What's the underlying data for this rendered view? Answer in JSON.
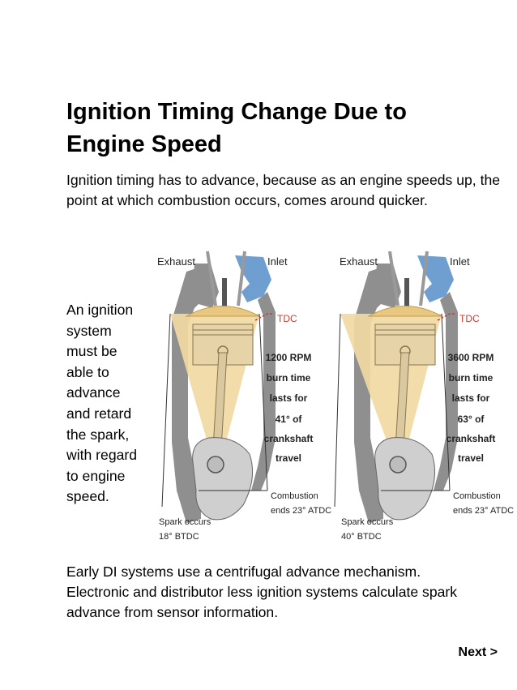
{
  "page": {
    "title_line1": "Ignition Timing Change Due to",
    "title_line2": "Engine Speed",
    "intro": "Ignition timing has to advance, because as an engine speeds up, the point at which combustion occurs, comes around quicker.",
    "side_lines": [
      "An ignition",
      "system",
      "must be",
      "able to",
      "advance",
      "and retard",
      "the spark,",
      "with regard",
      "to engine",
      "speed."
    ],
    "bottom_line1": "Early DI systems use a centrifugal advance mechanism.",
    "bottom_line2": "Electronic and distributor less ignition systems calculate spark advance from sensor information.",
    "next_label": "Next >"
  },
  "diagram": {
    "panels": [
      {
        "exhaust": "Exhaust",
        "inlet": "Inlet",
        "tdc": "TDC",
        "info": [
          "1200 RPM",
          "burn time",
          "lasts for",
          "41° of",
          "crankshaft",
          "travel"
        ],
        "combustion": [
          "Combustion",
          "ends 23° ATDC"
        ],
        "spark": [
          "Spark occurs",
          "18° BTDC"
        ]
      },
      {
        "exhaust": "Exhaust",
        "inlet": "Inlet",
        "tdc": "TDC",
        "info": [
          "3600 RPM",
          "burn time",
          "lasts for",
          "63° of",
          "crankshaft",
          "travel"
        ],
        "combustion": [
          "Combustion",
          "ends 23° ATDC"
        ],
        "spark": [
          "Spark occurs",
          "40° BTDC"
        ]
      }
    ],
    "colors": {
      "block": "#8f8f8f",
      "cone": "#f1d9a3",
      "inlet": "#6f9fd0",
      "tdc_line": "#d23a2e",
      "text": "#222222"
    }
  }
}
